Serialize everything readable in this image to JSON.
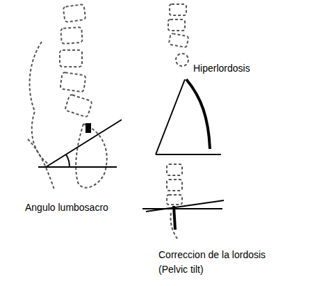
{
  "diagram": {
    "labels": [
      "Angulo lumbosacro",
      "Hiperlordosis",
      "Correccion de la lordosis (Pelvic tilt)"
    ]
  }
}
